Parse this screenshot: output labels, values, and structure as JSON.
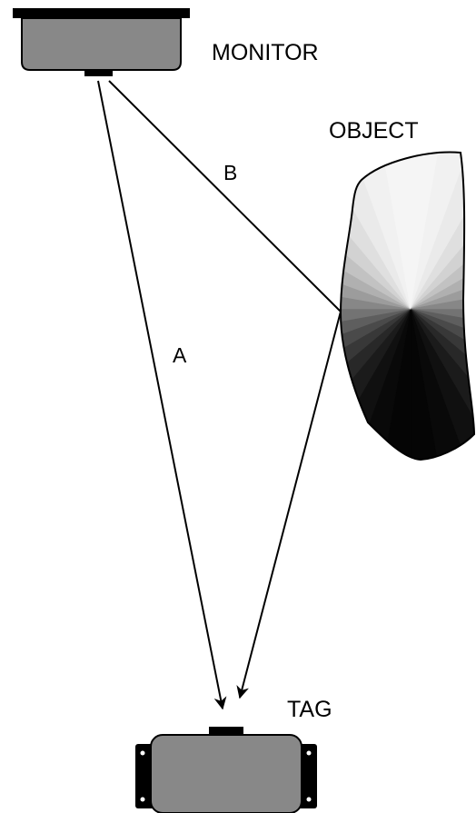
{
  "labels": {
    "monitor": "MONITOR",
    "object": "OBJECT",
    "tag": "TAG",
    "path_a": "A",
    "path_b": "B"
  },
  "colors": {
    "device_body": "#888888",
    "device_outline": "#000000",
    "line": "#000000",
    "background": "#ffffff"
  },
  "icons": {
    "monitor": "monitor-device-icon",
    "tag": "tag-device-icon",
    "object": "reflecting-object-icon"
  }
}
